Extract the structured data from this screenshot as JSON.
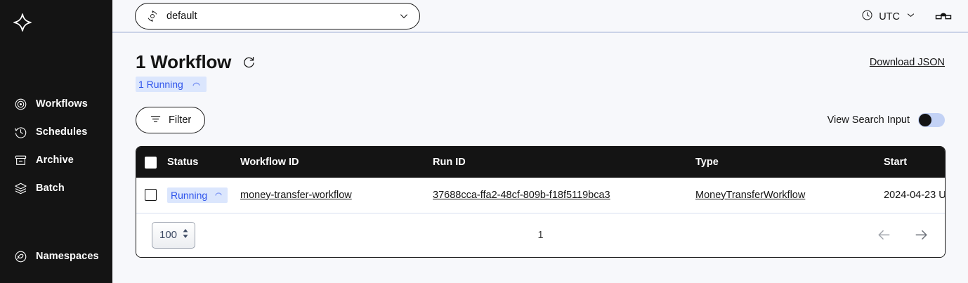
{
  "sidebar": {
    "logo_name": "temporal-logo",
    "primary_items": [
      {
        "label": "Workflows",
        "icon": "workflows-icon"
      },
      {
        "label": "Schedules",
        "icon": "schedules-icon"
      },
      {
        "label": "Archive",
        "icon": "archive-icon"
      },
      {
        "label": "Batch",
        "icon": "batch-icon"
      }
    ],
    "secondary_items": [
      {
        "label": "Namespaces",
        "icon": "namespaces-icon"
      }
    ]
  },
  "topbar": {
    "namespace_value": "default",
    "namespace_icon": "namespace-icon",
    "timezone_label": "UTC",
    "timezone_icon": "clock-icon",
    "glasses_icon": "glasses-icon",
    "chevron_icon": "chevron-down-icon"
  },
  "header": {
    "page_title": "1 Workflow",
    "refresh_icon": "refresh-icon",
    "download_json_label": "Download JSON",
    "badges": [
      {
        "label": "1 Running",
        "color": "#2f54eb",
        "background": "#dbe6fd"
      }
    ]
  },
  "controls": {
    "filter_label": "Filter",
    "filter_icon": "filter-icon",
    "view_search_input_label": "View Search Input",
    "view_search_input_on": false
  },
  "table": {
    "columns": [
      "Status",
      "Workflow ID",
      "Run ID",
      "Type",
      "Start"
    ],
    "rows": [
      {
        "status": "Running",
        "workflow_id": "money-transfer-workflow",
        "run_id": "37688cca-ffa2-48cf-809b-f18f5119bca3",
        "type": "MoneyTransferWorkflow",
        "start": "2024-04-23 U"
      }
    ]
  },
  "pagination": {
    "page_size": "100",
    "page_size_options": [
      "100"
    ],
    "current_page": "1",
    "prev_icon": "arrow-left-icon",
    "next_icon": "arrow-right-icon"
  },
  "colors": {
    "sidebar_bg": "#141414",
    "page_bg": "#f7f8fb",
    "accent_blue": "#2f54eb",
    "badge_bg": "#dbe6fd",
    "toggle_track": "#c3d2f5"
  }
}
